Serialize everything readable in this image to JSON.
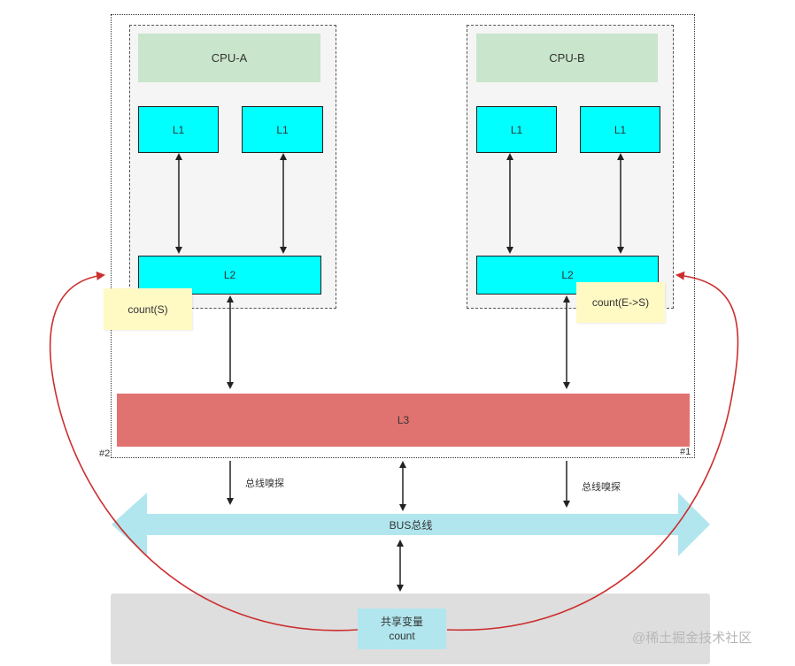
{
  "cpu_a": {
    "label": "CPU-A",
    "l1_left": "L1",
    "l1_right": "L1",
    "l2": "L2"
  },
  "cpu_b": {
    "label": "CPU-B",
    "l1_left": "L1",
    "l1_right": "L1",
    "l2": "L2"
  },
  "notes": {
    "cpu_a_count": "count(S)",
    "cpu_b_count": "count(E->S)"
  },
  "l3": {
    "label": "L3"
  },
  "markers": {
    "left": "#2",
    "right": "#1"
  },
  "snoop": {
    "left": "总线嗅探",
    "right": "总线嗅探"
  },
  "bus": {
    "label": "BUS总线"
  },
  "memory": {
    "line1": "共享变量",
    "line2": "count"
  },
  "watermark": "@稀土掘金技术社区",
  "colors": {
    "cpu_label_bg": "#c9e5cb",
    "cache_bg": "#00ffff",
    "l3_bg": "#e07370",
    "bus_arrow": "#b1e6ee",
    "note_bg": "#fff9c4",
    "memory_bg": "#dedede",
    "shared_bg": "#b1e6ee",
    "red_curve": "#cc2e2e"
  }
}
